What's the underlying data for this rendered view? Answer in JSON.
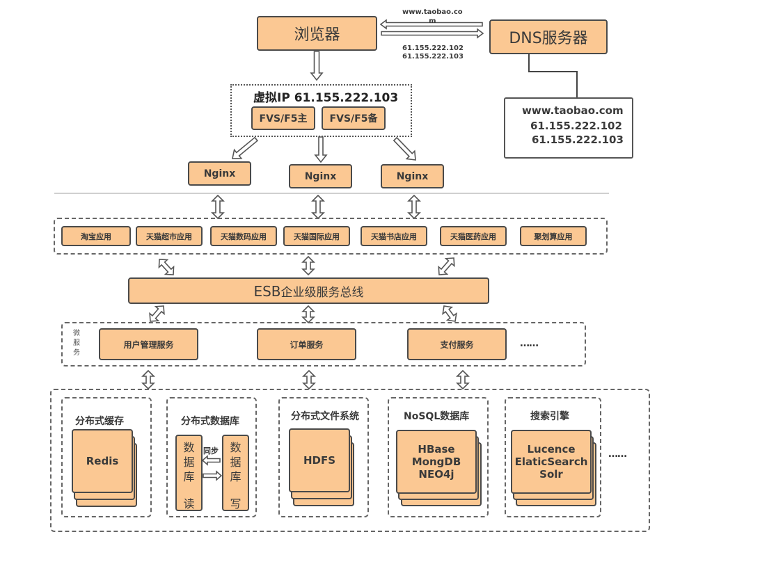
{
  "top": {
    "browser_label": "浏览器",
    "dns_label": "DNS服务器",
    "request_label_line1": "www.taobao.co",
    "request_label_line2": "m",
    "response_ips": [
      "61.155.222.102",
      "61.155.222.103"
    ],
    "dns_record": {
      "domain": "www.taobao.com",
      "ips": [
        "61.155.222.102",
        "61.155.222.103"
      ]
    }
  },
  "load_balancer": {
    "title": "虚拟IP 61.155.222.103",
    "primary": "FVS/F5主",
    "backup": "FVS/F5备"
  },
  "nginx": [
    "Nginx",
    "Nginx",
    "Nginx"
  ],
  "applications": [
    "淘宝应用",
    "天猫超市应用",
    "天猫数码应用",
    "天猫国际应用",
    "天猫书店应用",
    "天猫医药应用",
    "聚划算应用"
  ],
  "esb": {
    "label_prefix": "ESB",
    "label_suffix": "企业级服务总线"
  },
  "microservices": {
    "group_label": [
      "微",
      "服",
      "务"
    ],
    "services": [
      "用户管理服务",
      "订单服务",
      "支付服务"
    ],
    "more": "……"
  },
  "storage": {
    "cache": {
      "title": "分布式缓存",
      "items": [
        "Redis"
      ]
    },
    "database": {
      "title": "分布式数据库",
      "read_db": [
        "数",
        "据",
        "库",
        "读"
      ],
      "write_db": [
        "数",
        "据",
        "库",
        "写"
      ],
      "sync_label": "同步"
    },
    "filesystem": {
      "title": "分布式文件系统",
      "items": [
        "HDFS"
      ]
    },
    "nosql": {
      "title": "NoSQL数据库",
      "items": [
        "HBase",
        "MongDB",
        "NEO4j"
      ]
    },
    "search": {
      "title": "搜索引擎",
      "items": [
        "Lucence",
        "ElaticSearch",
        "Solr"
      ]
    },
    "more": "……"
  }
}
